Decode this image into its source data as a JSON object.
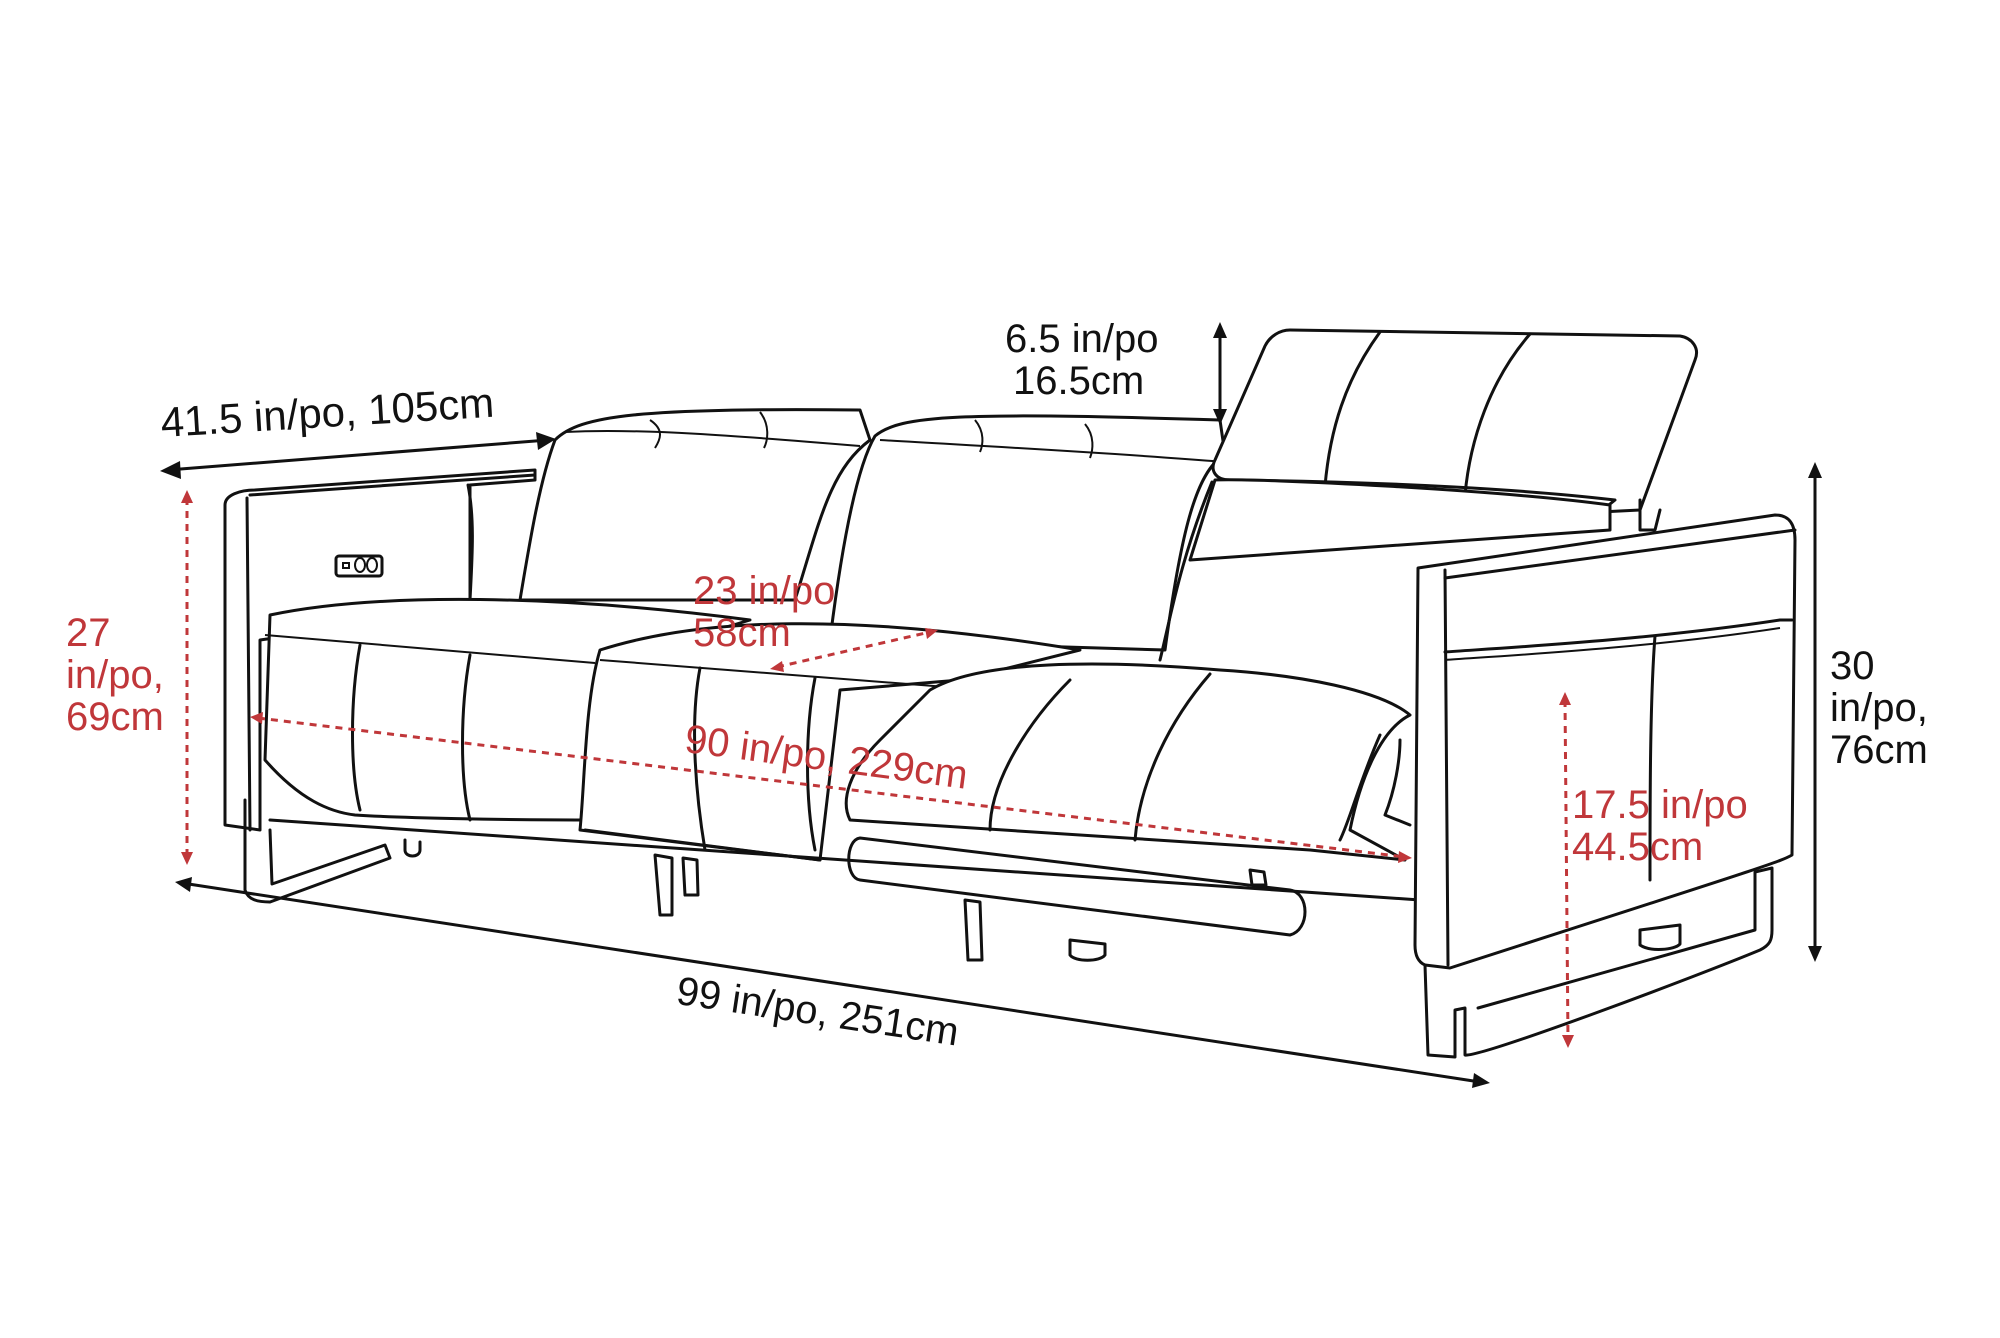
{
  "diagram": {
    "subject": "3-seat power reclining sofa dimension drawing",
    "colors": {
      "outline": "#111111",
      "accent_red": "#c0373a",
      "background": "#ffffff"
    },
    "dimensions": {
      "depth": {
        "label": "41.5 in/po, 105cm",
        "color": "black"
      },
      "headrest_extension": {
        "line1": "6.5 in/po",
        "line2": "16.5cm",
        "color": "black"
      },
      "arm_height": {
        "line1": "27",
        "line2": "in/po,",
        "line3": "69cm",
        "color": "red"
      },
      "seat_depth": {
        "line1": "23 in/po",
        "line2": "58cm",
        "color": "red"
      },
      "seat_width": {
        "label": "90 in/po, 229cm",
        "color": "red"
      },
      "overall_height": {
        "line1": "30",
        "line2": "in/po,",
        "line3": "76cm",
        "color": "black"
      },
      "seat_height": {
        "line1": "17.5 in/po",
        "line2": "44.5cm",
        "color": "red"
      },
      "overall_width": {
        "label": "99 in/po, 251cm",
        "color": "black"
      }
    },
    "icons": {
      "power_button_panel": "power-control-panel-icon"
    }
  }
}
